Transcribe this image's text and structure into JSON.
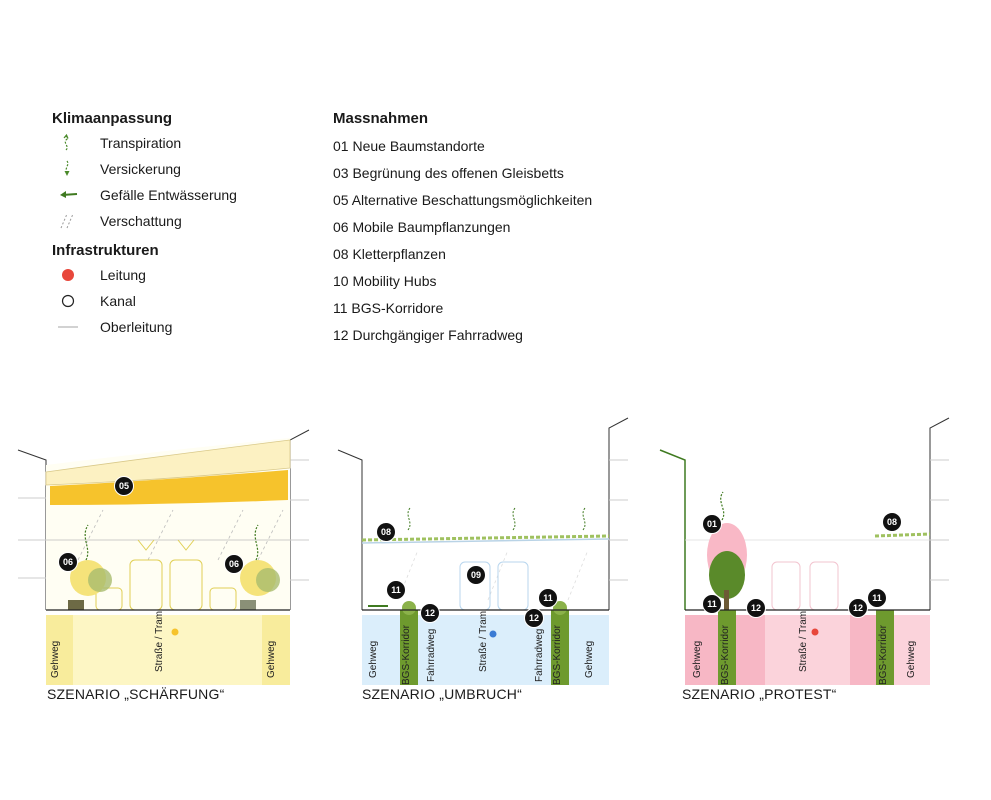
{
  "legend": {
    "klima_title": "Klimaanpassung",
    "klima_items": [
      "Transpiration",
      "Versickerung",
      "Gefälle Entwässerung",
      "Verschattung"
    ],
    "infra_title": "Infrastrukturen",
    "infra_items": [
      "Leitung",
      "Kanal",
      "Oberleitung"
    ],
    "massnahmen_title": "Massnahmen",
    "massnahmen_items": [
      "01 Neue Baumstandorte",
      "03 Begrünung des offenen Gleisbetts",
      "05 Alternative Beschattungsmöglichkeiten",
      "06 Mobile Baumpflanzungen",
      "08 Kletterpflanzen",
      "10 Mobility Hubs",
      "11 BGS-Korridore",
      "12 Durchgängiger Fahrradweg"
    ]
  },
  "colors": {
    "transpiration": "#4a8a2a",
    "leitung": "#e8473b",
    "schaerfung_fill": "#fdf6c4",
    "schaerfung_band": "#f6c32c",
    "umbruch_fill": "#dbeefb",
    "protest_fill": "#fbd3db",
    "corridor_green": "#6e9a2e",
    "tree_green": "#5a8a2a"
  },
  "scenarios": [
    {
      "caption": "SZENARIO „SCHÄRFUNG“",
      "labels": [
        "Gehweg",
        "Straße / Tram",
        "Gehweg"
      ],
      "badges": [
        "05",
        "06",
        "06"
      ]
    },
    {
      "caption": "SZENARIO „UMBRUCH“",
      "labels": [
        "Gehweg",
        "BGS-Korridor",
        "Fahrradweg",
        "Straße / Tram",
        "Fahrradweg",
        "BGS-Korridor",
        "Gehweg"
      ],
      "badges": [
        "08",
        "09",
        "11",
        "11",
        "12",
        "12"
      ]
    },
    {
      "caption": "SZENARIO „PROTEST“",
      "labels": [
        "Gehweg",
        "BGS-Korridor",
        "Straße / Tram",
        "BGS-Korridor",
        "Gehweg"
      ],
      "badges": [
        "01",
        "08",
        "11",
        "11",
        "12",
        "12"
      ]
    }
  ]
}
